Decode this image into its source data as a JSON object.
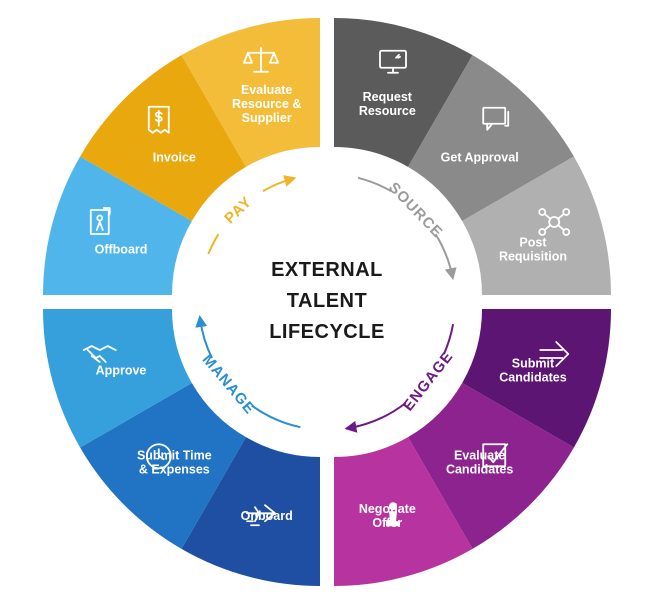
{
  "title_lines": [
    "EXTERNAL",
    "TALENT",
    "LIFECYCLE"
  ],
  "phases": {
    "pay": {
      "label": "PAY",
      "color": "#f0b429"
    },
    "source": {
      "label": "SOURCE",
      "color": "#9b9b9b"
    },
    "engage": {
      "label": "ENGAGE",
      "color": "#6e1a86"
    },
    "manage": {
      "label": "MANAGE",
      "color": "#2b8fd0"
    }
  },
  "segments": [
    {
      "label_lines": [
        "Request",
        "Resource"
      ],
      "icon": "monitor-icon",
      "color": "#5b5b5b"
    },
    {
      "label_lines": [
        "Get Approval"
      ],
      "icon": "chat-bubbles-icon",
      "color": "#8a8a8a"
    },
    {
      "label_lines": [
        "Post",
        "Requisition"
      ],
      "icon": "network-icon",
      "color": "#b0b0b0"
    },
    {
      "label_lines": [
        "Submit",
        "Candidates"
      ],
      "icon": "arrow-right-icon",
      "color": "#5d1574"
    },
    {
      "label_lines": [
        "Evaluate",
        "Candidates"
      ],
      "icon": "checkmark-icon",
      "color": "#8d238f"
    },
    {
      "label_lines": [
        "Negotiate",
        "Offer"
      ],
      "icon": "chess-pawn-icon",
      "color": "#b7339f"
    },
    {
      "label_lines": [
        "Onboard"
      ],
      "icon": "airplane-icon",
      "color": "#1e4fa3"
    },
    {
      "label_lines": [
        "Submit Time",
        "& Expenses"
      ],
      "icon": "clock-icon",
      "color": "#2173c4"
    },
    {
      "label_lines": [
        "Approve"
      ],
      "icon": "handshake-icon",
      "color": "#36a0dc"
    },
    {
      "label_lines": [
        "Offboard"
      ],
      "icon": "door-exit-icon",
      "color": "#4fb5ea"
    },
    {
      "label_lines": [
        "Invoice"
      ],
      "icon": "receipt-icon",
      "color": "#eaa80f"
    },
    {
      "label_lines": [
        "Evaluate",
        "Resource &",
        "Supplier"
      ],
      "icon": "scales-icon",
      "color": "#f3bd3a"
    }
  ]
}
